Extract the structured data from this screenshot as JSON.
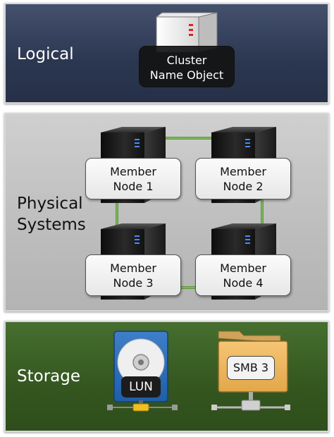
{
  "bands": {
    "logical": {
      "label": "Logical"
    },
    "physical": {
      "label_line1": "Physical",
      "label_line2": "Systems"
    },
    "storage": {
      "label": "Storage"
    }
  },
  "cluster_name_object": {
    "line1": "Cluster",
    "line2": "Name Object"
  },
  "member_nodes": [
    {
      "line1": "Member",
      "line2": "Node 1"
    },
    {
      "line1": "Member",
      "line2": "Node 2"
    },
    {
      "line1": "Member",
      "line2": "Node 3"
    },
    {
      "line1": "Member",
      "line2": "Node 4"
    }
  ],
  "storage_items": {
    "lun": "LUN",
    "smb": "SMB 3"
  },
  "colors": {
    "logical_band": "#2b3650",
    "physical_band": "#bdbdbd",
    "storage_band": "#34561f",
    "heartbeat_ring": "#5f9a3e",
    "folder": "#e9b45c"
  }
}
